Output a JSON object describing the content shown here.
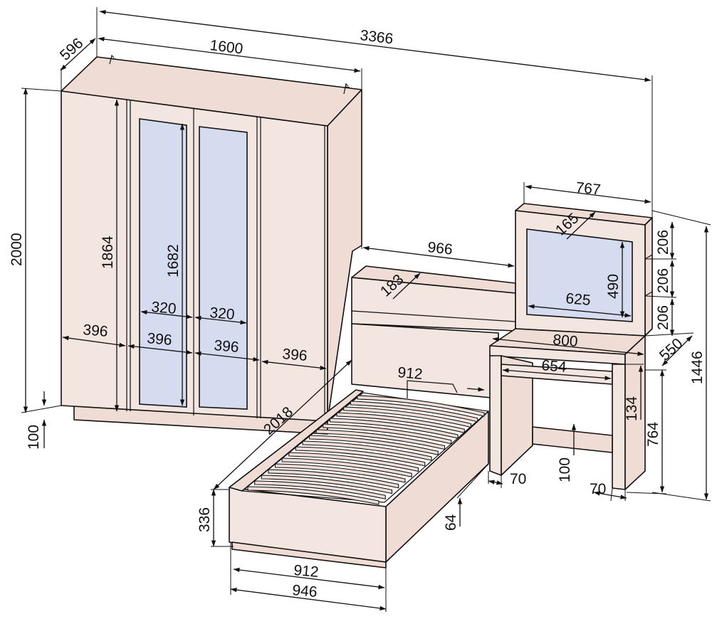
{
  "colors": {
    "furniture_body": "#f3e5e0",
    "furniture_shade": "#efdcd5",
    "mirror_glass": "#d6dcf0",
    "line": "#111111"
  },
  "dimensions": {
    "overall_width": "3366",
    "wardrobe_depth": "596",
    "wardrobe_width": "1600",
    "wardrobe_height": "2000",
    "wardrobe_inner_height": "1864",
    "mirror_height": "1682",
    "wardrobe_plinth": "100",
    "mirror_width_left": "320",
    "mirror_width_right": "320",
    "section_1": "396",
    "section_2": "396",
    "section_3": "396",
    "section_4": "396",
    "bed_length": "2018",
    "bed_headboard_width": "966",
    "bed_shelf_depth": "183",
    "bed_inner_width_top": "912",
    "bed_inner_width_bottom": "912",
    "bed_outer_width": "946",
    "bed_side_height": "336",
    "bed_leg_height": "64",
    "vanity_mirror_width": "767",
    "vanity_frame_depth": "165",
    "vanity_glass_height": "490",
    "vanity_glass_width": "625",
    "vanity_shelf_1": "206",
    "vanity_shelf_2": "206",
    "vanity_shelf_3": "206",
    "vanity_top_width": "800",
    "vanity_depth": "550",
    "vanity_total_height": "1446",
    "vanity_knee_width": "654",
    "vanity_drawer_height": "134",
    "vanity_table_height": "764",
    "vanity_stretcher_height": "100",
    "vanity_leg_left": "70",
    "vanity_leg_right": "70"
  }
}
